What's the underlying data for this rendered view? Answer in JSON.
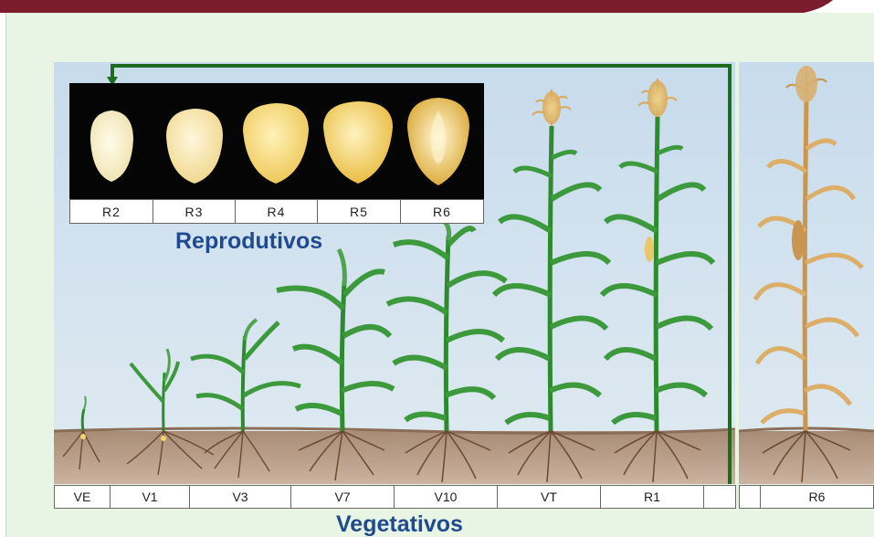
{
  "reproductive_title": "Reprodutivos",
  "vegetative_title": "Vegetativos",
  "kernel_stages": [
    "R2",
    "R3",
    "R4",
    "R5",
    "R6"
  ],
  "vegetative_stages": [
    "VE",
    "V1",
    "V3",
    "V7",
    "V10",
    "VT",
    "R1",
    "",
    "",
    "R6"
  ],
  "colors": {
    "title_blue": "#1f4a8f",
    "arrow_green": "#1f6b1f",
    "frame_bg": "#e8f5e4",
    "sky": "#cfe0ee",
    "soil": "#b49a85",
    "leaf_green": "#2f8a2f",
    "dry_plant": "#d9a860"
  }
}
